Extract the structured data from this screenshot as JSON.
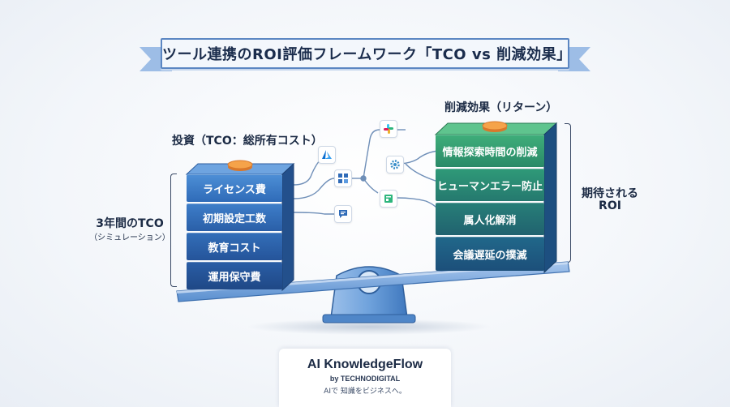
{
  "title": "ツール連携のROI評価フレームワーク「TCO vs 削減効果」",
  "left": {
    "heading": "投資（TCO：総所有コスト）",
    "side_label_main": "3年間のTCO",
    "side_label_sub": "（シミュレーション）",
    "blocks": [
      "ライセンス費",
      "初期設定工数",
      "教育コスト",
      "運用保守費"
    ]
  },
  "right": {
    "heading": "削減効果（リターン）",
    "side_label_main": "期待される",
    "side_label_sub": "ROI",
    "blocks": [
      "情報探索時間の削減",
      "ヒューマンエラー防止",
      "属人化解消",
      "会議遅延の撲滅"
    ]
  },
  "icons": [
    "azure-logo-icon",
    "slack-logo-icon",
    "grid-apps-icon",
    "gear-icon",
    "chat-icon",
    "sheets-icon"
  ],
  "colors": {
    "left_block": "#2f6bb8",
    "right_block_top": "#2f9a6d",
    "right_block_bottom": "#1f5b8e",
    "beam": "#6d9fd8",
    "coin": "#f5a34a"
  },
  "footer": {
    "brand": "AI KnowledgeFlow",
    "by": "by TECHNODIGITAL",
    "tagline": "AIで 知識をビジネスへ。"
  }
}
